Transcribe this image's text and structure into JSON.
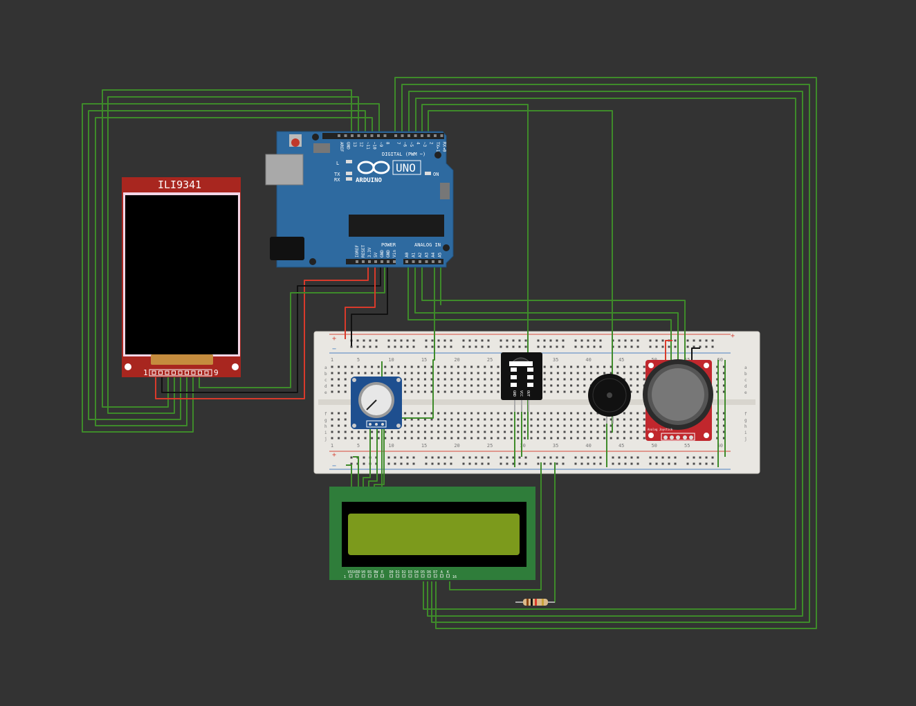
{
  "arduino": {
    "brand": "ARDUINO",
    "model": "UNO",
    "digital_header": "DIGITAL (PWM ~)",
    "digital_pins": [
      "AREF",
      "GND",
      "13",
      "12",
      "~11",
      "~10",
      "~9",
      "8",
      "7",
      "~6",
      "~5",
      "4",
      "~3",
      "2",
      "TX▸1",
      "RX◂0"
    ],
    "power_header": "POWER",
    "power_pins": [
      "IOREF",
      "RESET",
      "3.3V",
      "5V",
      "GND",
      "GND",
      "Vin"
    ],
    "analog_header": "ANALOG IN",
    "analog_pins": [
      "A0",
      "A1",
      "A2",
      "A3",
      "A4",
      "A5"
    ],
    "led_l": "L",
    "led_tx": "TX",
    "led_rx": "RX",
    "led_on": "ON"
  },
  "tft": {
    "title": "ILI9341",
    "pin_first": "1",
    "pin_last": "9"
  },
  "breadboard": {
    "col_labels": [
      "1",
      "5",
      "10",
      "15",
      "20",
      "25",
      "30",
      "35",
      "40",
      "45",
      "50",
      "55",
      "60"
    ],
    "row_labels_top": [
      "a",
      "b",
      "c",
      "d",
      "e"
    ],
    "row_labels_bottom": [
      "f",
      "g",
      "h",
      "i",
      "j"
    ],
    "plus": "+",
    "minus": "−"
  },
  "lcd": {
    "pin_labels": [
      "VSS",
      "VDD",
      "V0",
      "RS",
      "RW",
      "E",
      "D0",
      "D1",
      "D2",
      "D3",
      "D4",
      "D5",
      "D6",
      "D7",
      "A",
      "K"
    ],
    "pin_first": "1",
    "pin_last": "16"
  },
  "ir_sensor": {
    "pins": [
      "GND",
      "VCC",
      "OUT"
    ]
  },
  "joystick": {
    "label": "Analog Joystick"
  },
  "colors": {
    "background": "#333333",
    "wire_green": "#3e8b2a",
    "wire_red": "#d93a2b",
    "wire_black": "#111111",
    "arduino_blue": "#2e6aa0",
    "tft_red": "#a8261f",
    "lcd_pcb": "#2f7d3a",
    "lcd_screen": "#7c9a1c"
  }
}
